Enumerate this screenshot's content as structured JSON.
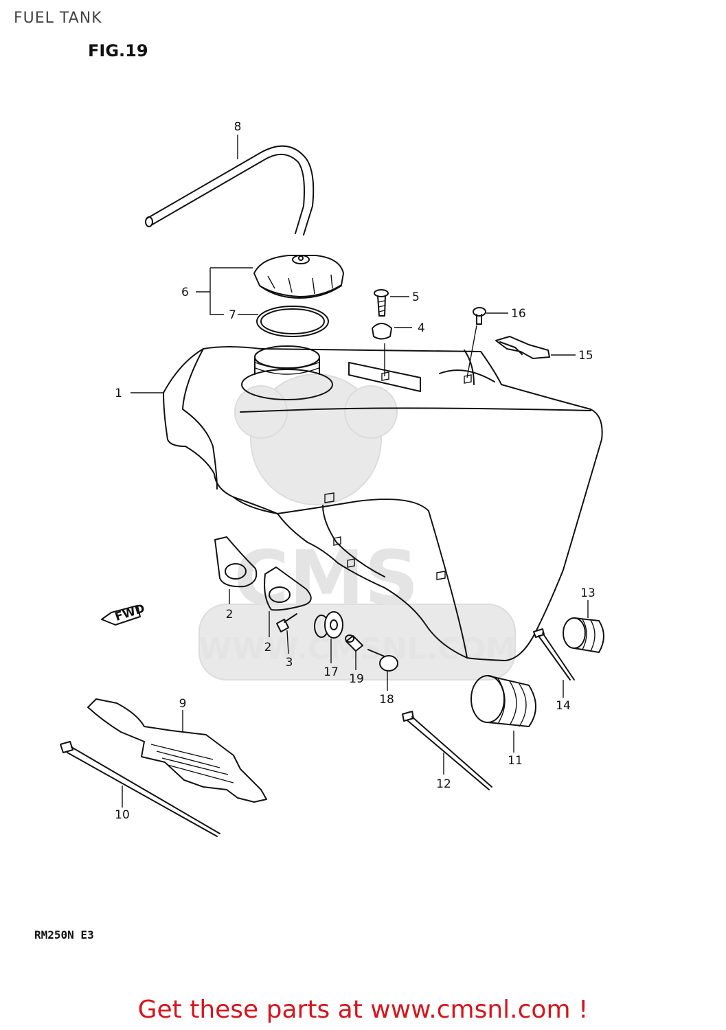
{
  "header": {
    "title": "FUEL TANK",
    "figure": "FIG.19"
  },
  "footer": {
    "model": "RM250N E3",
    "promo_text": "Get these parts at www.cmsnl.com !"
  },
  "watermark": {
    "brand": "CMS",
    "url": "WWW.CMSNL.COM"
  },
  "direction_marker": "FWD",
  "callouts": [
    "1",
    "2",
    "2",
    "3",
    "4",
    "5",
    "6",
    "7",
    "8",
    "9",
    "10",
    "11",
    "12",
    "13",
    "14",
    "15",
    "16",
    "17",
    "18",
    "19"
  ],
  "colors": {
    "promo": "#d6141c",
    "line": "#111111",
    "watermark": "#e4e4e4"
  }
}
